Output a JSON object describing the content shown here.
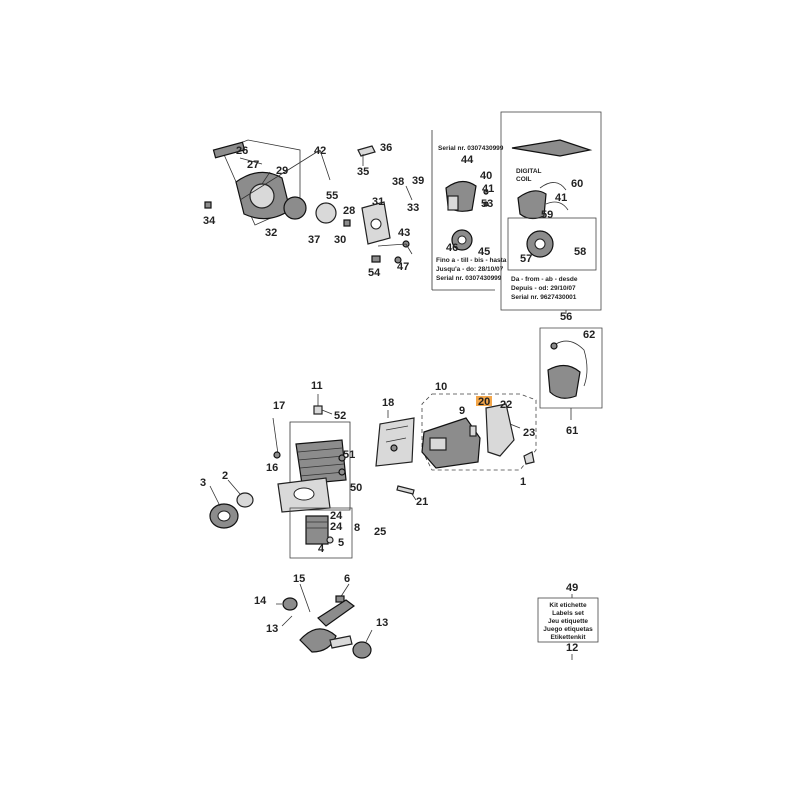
{
  "callouts": {
    "c1": "1",
    "c2": "2",
    "c3": "3",
    "c4": "4",
    "c5": "5",
    "c6": "6",
    "c8": "8",
    "c9": "9",
    "c10": "10",
    "c11": "11",
    "c12": "12",
    "c13a": "13",
    "c13b": "13",
    "c14": "14",
    "c15": "15",
    "c16": "16",
    "c17": "17",
    "c18": "18",
    "c20": "20",
    "c21": "21",
    "c22": "22",
    "c23": "23",
    "c24a": "24",
    "c24b": "24",
    "c25": "25",
    "c26": "26",
    "c27": "27",
    "c28": "28",
    "c29": "29",
    "c30": "30",
    "c31": "31",
    "c32": "32",
    "c33": "33",
    "c34": "34",
    "c35": "35",
    "c36": "36",
    "c37": "37",
    "c38": "38",
    "c39": "39",
    "c40": "40",
    "c41a": "41",
    "c41b": "41",
    "c42": "42",
    "c43": "43",
    "c44": "44",
    "c45": "45",
    "c46": "46",
    "c47": "47",
    "c49": "49",
    "c50": "50",
    "c51": "51",
    "c52": "52",
    "c53": "53",
    "c54": "54",
    "c55": "55",
    "c56": "56",
    "c57": "57",
    "c58": "58",
    "c59": "59",
    "c60": "60",
    "c61": "61",
    "c62": "62"
  },
  "notes": {
    "serial_top": "Serial nr. 0307430999",
    "fino_l1": "Fino a - till - bis - hasta",
    "fino_l2": "Jusqu'a - do: 28/10/07",
    "fino_l3": "Serial nr. 0307430999",
    "da_l1": "Da - from - ab - desde",
    "da_l2": "Depuis - od: 29/10/07",
    "da_l3": "Serial nr. 9627430001",
    "digital_l1": "DIGITAL",
    "digital_l2": "COIL"
  },
  "labels_kit": {
    "line1": "Kit etichette",
    "line2": "Labels set",
    "line3": "Jeu etiquette",
    "line4": "Juego etiquetas",
    "line5": "Etikettenkit"
  },
  "colors": {
    "highlight": "#f3a64a",
    "ink": "#222222"
  }
}
